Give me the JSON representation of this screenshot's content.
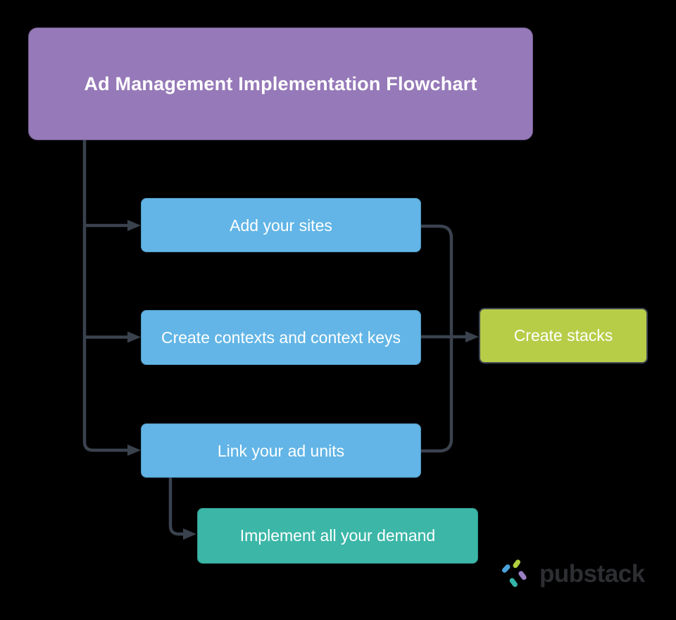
{
  "canvas": {
    "background": "#000000"
  },
  "header": {
    "label": "Ad Management Implementation Flowchart",
    "bg": "#9679b8",
    "text_color": "#ffffff"
  },
  "nodes": {
    "add_sites": {
      "label": "Add your sites",
      "bg": "#62b5e6"
    },
    "create_contexts": {
      "label": "Create contexts and context keys",
      "bg": "#62b5e6"
    },
    "link_ad_units": {
      "label": "Link your ad units",
      "bg": "#62b5e6"
    },
    "create_stacks": {
      "label": "Create stacks",
      "bg": "#b7cd48"
    },
    "implement_demand": {
      "label": "Implement all your demand",
      "bg": "#3bb6a7"
    }
  },
  "connectors": {
    "color": "#3a424e",
    "edges": [
      "header -> add_sites",
      "header -> create_contexts",
      "header -> link_ad_units",
      "add_sites -> create_stacks",
      "create_contexts -> create_stacks",
      "link_ad_units -> create_stacks",
      "link_ad_units -> implement_demand"
    ]
  },
  "logo": {
    "wordmark": "pubstack",
    "text_color": "#2d2e32",
    "mark_colors": {
      "blue": "#4aa3dc",
      "green": "#b2d03f",
      "purple": "#9b7fc4",
      "teal": "#35b5a9"
    }
  }
}
